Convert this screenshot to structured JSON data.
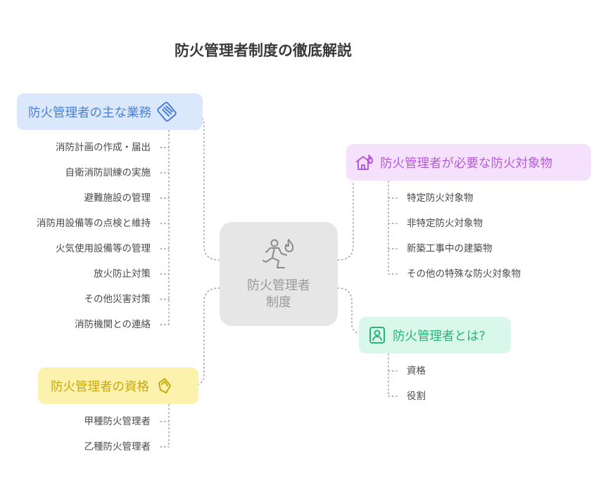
{
  "title": "防火管理者制度の徹底解説",
  "center": {
    "label": "防火管理者\n制度",
    "icon": "running-person-fire-icon"
  },
  "branches": {
    "duties": {
      "label": "防火管理者の主な業務",
      "icon": "clipboard-list-icon",
      "color": "#4a7fd6",
      "background": "#dbe8fc",
      "items": [
        "消防計画の作成・届出",
        "自衛消防訓練の実施",
        "避難施設の管理",
        "消防用設備等の点検と維持",
        "火気使用設備等の管理",
        "放火防止対策",
        "その他災害対策",
        "消防機関との連絡"
      ]
    },
    "qualifications": {
      "label": "防火管理者の資格",
      "icon": "hand-shield-icon",
      "color": "#c9a80c",
      "background": "#fcf2ae",
      "items": [
        "甲種防火管理者",
        "乙種防火管理者"
      ]
    },
    "objects": {
      "label": "防火管理者が必要な防火対象物",
      "icon": "burning-house-icon",
      "color": "#b45cd8",
      "background": "#f5e1fc",
      "items": [
        "特定防火対象物",
        "非特定防火対象物",
        "新築工事中の建築物",
        "その他の特殊な防火対象物"
      ]
    },
    "what": {
      "label": "防火管理者とは?",
      "icon": "id-badge-icon",
      "color": "#29b57a",
      "background": "#d9f7ea",
      "items": [
        "資格",
        "役割"
      ]
    }
  }
}
